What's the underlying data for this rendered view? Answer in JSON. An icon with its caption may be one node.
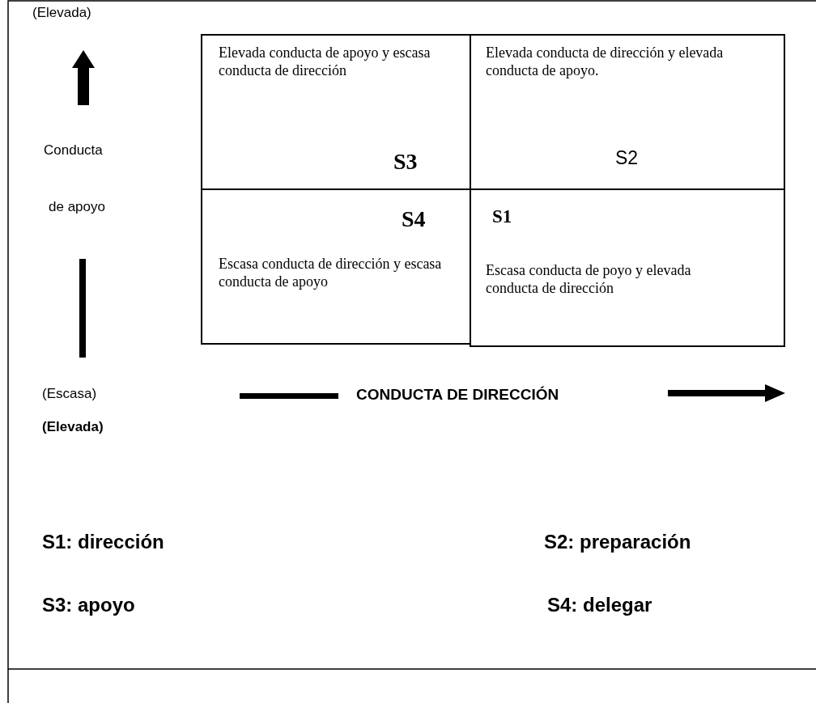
{
  "diagram": {
    "nodes": [
      {
        "text": [
          "Elevada conducta de apoyo y escasa conducta de dirección",
          "S3"
        ]
      },
      {
        "text": [
          "Elevada conducta de dirección  y elevada conducta de apoyo.",
          "S2"
        ]
      },
      {
        "text": [
          "S4",
          "Escasa conducta de dirección y escasa conducta de apoyo"
        ]
      },
      {
        "text": [
          "S1",
          "Escasa conducta de poyo y elevada conducta de dirección"
        ]
      }
    ],
    "edges": [],
    "labels": [
      "(Elevada)",
      "Conducta",
      "de apoyo",
      "(Escasa)",
      "CONDUCTA DE DIRECCIÓN",
      "(Elevada)",
      "S1: dirección",
      "S2: preparación",
      "S3: apoyo",
      "S4: delegar"
    ]
  }
}
